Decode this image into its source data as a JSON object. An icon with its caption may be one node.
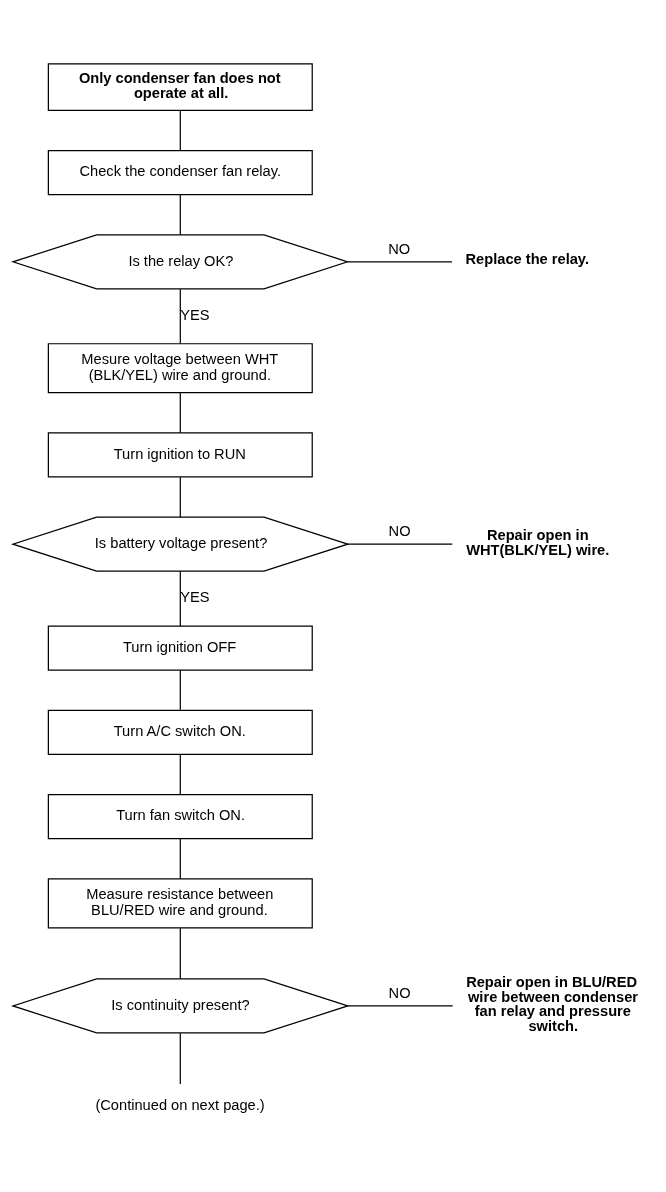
{
  "diagram": {
    "nodes": [
      {
        "text": [
          "Only condenser fan does not operate at all."
        ]
      },
      {
        "text": [
          "Check the condenser fan relay."
        ]
      },
      {
        "text": [
          "Is the relay OK?"
        ]
      },
      {
        "text": [
          "Replace the relay."
        ]
      },
      {
        "text": [
          "Mesure voltage between WHT (BLK/YEL) wire and ground."
        ]
      },
      {
        "text": [
          "Turn ignition to RUN"
        ]
      },
      {
        "text": [
          "Is battery voltage present?"
        ]
      },
      {
        "text": [
          "Repair open in WHT(BLK/YEL) wire."
        ]
      },
      {
        "text": [
          "Turn ignition OFF"
        ]
      },
      {
        "text": [
          "Turn A/C switch ON."
        ]
      },
      {
        "text": [
          "Turn fan switch ON."
        ]
      },
      {
        "text": [
          "Measure resistance between BLU/RED wire and ground."
        ]
      },
      {
        "text": [
          "Is continuity present?"
        ]
      },
      {
        "text": [
          "Repair open in BLU/RED wire between condenser fan relay and pressure switch."
        ]
      },
      {
        "text": [
          "(Continued on next page.)"
        ]
      }
    ],
    "edges": [
      {
        "from": 0,
        "to": 1,
        "arrow": "none"
      },
      {
        "from": 1,
        "to": 2,
        "arrow": "none"
      },
      {
        "from": 2,
        "to": 3,
        "arrow": "none",
        "label": "NO"
      },
      {
        "from": 2,
        "to": 4,
        "arrow": "none",
        "label": "YES"
      },
      {
        "from": 4,
        "to": 5,
        "arrow": "none"
      },
      {
        "from": 5,
        "to": 6,
        "arrow": "none"
      },
      {
        "from": 6,
        "to": 7,
        "arrow": "none",
        "label": "NO"
      },
      {
        "from": 6,
        "to": 8,
        "arrow": "none",
        "label": "YES"
      },
      {
        "from": 8,
        "to": 9,
        "arrow": "none"
      },
      {
        "from": 9,
        "to": 10,
        "arrow": "none"
      },
      {
        "from": 10,
        "to": 11,
        "arrow": "none"
      },
      {
        "from": 11,
        "to": 12,
        "arrow": "none"
      },
      {
        "from": 12,
        "to": 13,
        "arrow": "none",
        "label": "NO"
      },
      {
        "from": 12,
        "to": 14,
        "arrow": "none"
      }
    ]
  }
}
